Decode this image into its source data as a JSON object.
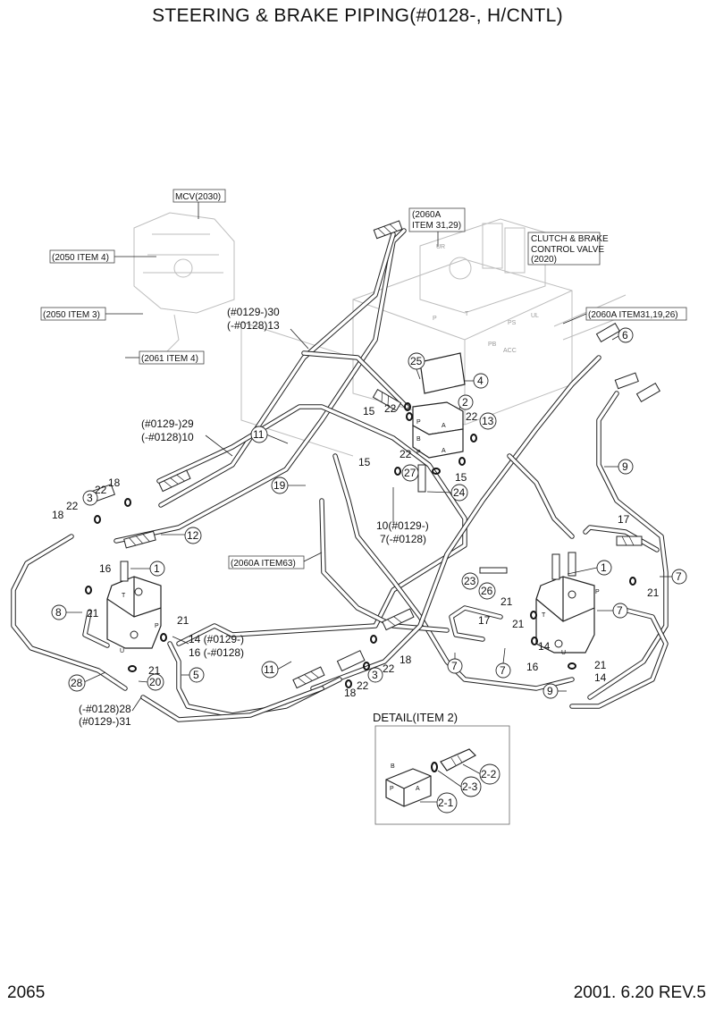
{
  "title": "STEERING & BRAKE PIPING(#0128-, H/CNTL)",
  "page_number": "2065",
  "revision": "2001. 6.20 REV.5",
  "ref_labels": {
    "mcv": "MCV(2030)",
    "item_2050_4": "(2050 ITEM 4)",
    "item_2050_3": "(2050 ITEM 3)",
    "item_2061_4": "(2061 ITEM 4)",
    "item_2060a_a": "(2060A",
    "item_2060a_b": "ITEM 31,29)",
    "clutch_1": "CLUTCH & BRAKE",
    "clutch_2": "CONTROL VALVE",
    "clutch_3": "(2020)",
    "item_2060a_31": "(2060A ITEM31,19,26)",
    "item_2060a_63": "(2060A ITEM63)"
  },
  "ghost_labels": {
    "ur": "UR",
    "p": "P",
    "t": "T",
    "ps": "PS",
    "ul": "UL",
    "pb": "PB",
    "acc": "ACC"
  },
  "port_labels": {
    "p": "P",
    "t": "T",
    "u": "U",
    "b": "B",
    "a": "A"
  },
  "detail": {
    "title": "DETAIL(ITEM 2)",
    "items": [
      "2-1",
      "2-2",
      "2-3"
    ]
  },
  "callouts": {
    "c1": "1",
    "c1b": "1",
    "c2": "2",
    "c3": "3",
    "c3b": "3",
    "c4": "4",
    "c5": "5",
    "c6": "6",
    "c7a": "7",
    "c7b": "7",
    "c7c": "7",
    "c7d": "7",
    "c8": "8",
    "c9": "9",
    "c9b": "9",
    "c11": "11",
    "c11b": "11",
    "c12": "12",
    "c13": "13",
    "c14": "14",
    "c14b": "14",
    "c14c": "14",
    "c15a": "15",
    "c15b": "15",
    "c15c": "15",
    "c16": "16",
    "c16b": "16",
    "c17a": "17",
    "c17b": "17",
    "c18a": "18",
    "c18b": "18",
    "c18c": "18",
    "c18d": "18",
    "c19": "19",
    "c20": "20",
    "c21a": "21",
    "c21b": "21",
    "c21c": "21",
    "c21d": "21",
    "c21e": "21",
    "c21f": "21",
    "c21g": "21",
    "c22a": "22",
    "c22b": "22",
    "c22c": "22",
    "c22d": "22",
    "c22e": "22",
    "c22f": "22",
    "c22g": "22",
    "c23": "23",
    "c24": "24",
    "c25": "25",
    "c26": "26",
    "c27": "27",
    "c28": "28"
  },
  "variant_labels": {
    "v30": "(#0129-)30",
    "v13": "(-#0128)13",
    "v29": "(#0129-)29",
    "v10": "(-#0128)10",
    "v10b": "10(#0129-)",
    "v7b": "7(-#0128)",
    "v14": "14 (#0129-)",
    "v16": "16 (-#0128)",
    "v28": "(-#0128)28",
    "v31": "(#0129-)31"
  }
}
